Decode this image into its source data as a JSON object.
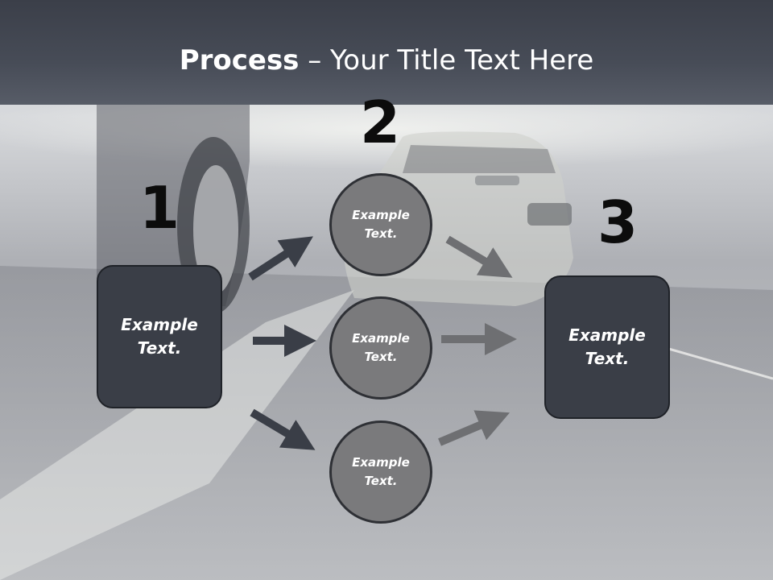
{
  "title": {
    "bold": "Process",
    "rest": " – Your Title Text Here"
  },
  "steps": [
    {
      "number": "1",
      "text": "Example\nText."
    },
    {
      "number": "2",
      "text": "Example\nText."
    },
    {
      "number": "3",
      "text": "Example\nText."
    }
  ],
  "circles": [
    {
      "text": "Example\nText."
    },
    {
      "text": "Example\nText."
    },
    {
      "text": "Example\nText."
    }
  ],
  "colors": {
    "header": "#474c57",
    "box": "#3a3e47",
    "circle": "#7a7a7c",
    "arrow_dark": "#3a3e47",
    "arrow_gray": "#6e6f72"
  }
}
